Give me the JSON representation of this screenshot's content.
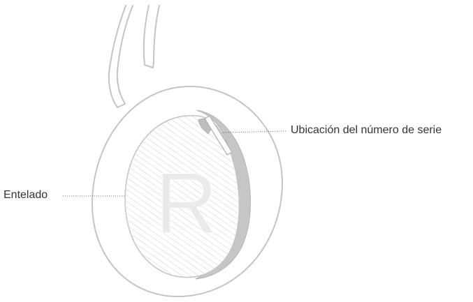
{
  "callouts": {
    "serial_number_location": "Ubicación del número de serie",
    "cloth_cover": "Entelado"
  },
  "earcup": {
    "side_letter": "R"
  },
  "colors": {
    "outline": "#c4c4c4",
    "hatch": "#dedede",
    "inner_rim": "#c6c6c6",
    "letter": "#eaeaea",
    "leader_line": "#7a7a7a",
    "label_text": "#333333"
  }
}
